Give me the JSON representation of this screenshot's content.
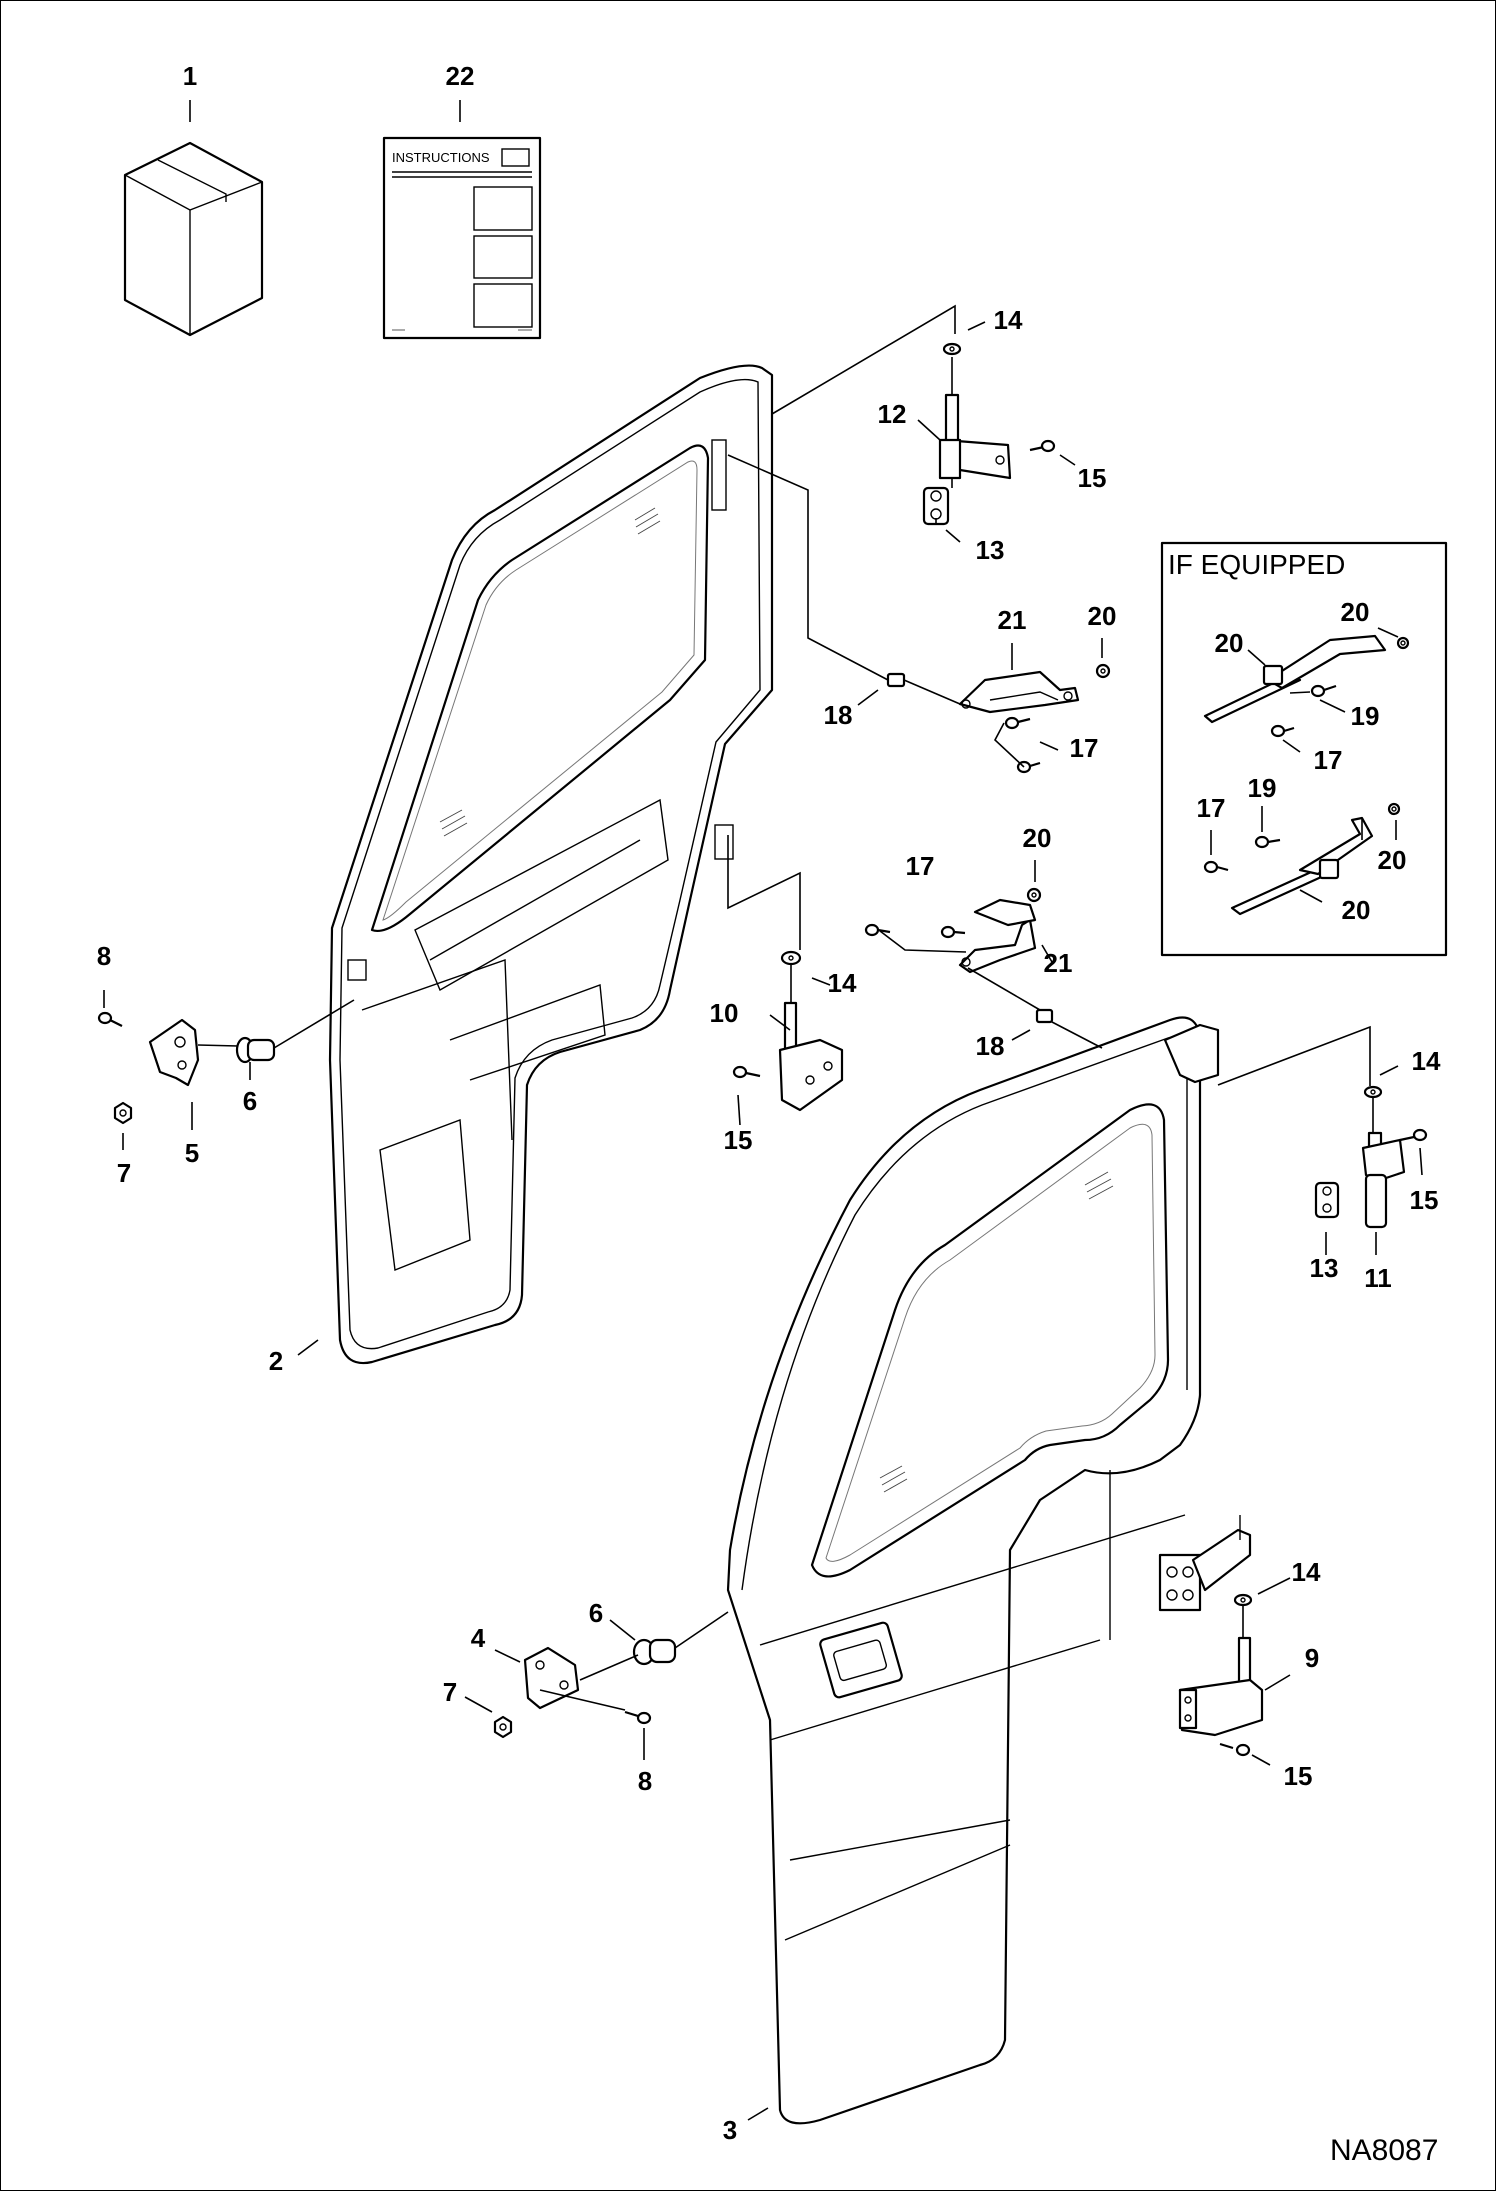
{
  "drawing_code": "NA8087",
  "instructions_label": "INSTRUCTIONS",
  "option_box_title": "IF EQUIPPED",
  "callouts": {
    "kit": "1",
    "door_inner": "2",
    "door_outer": "3",
    "striker_lower": "4",
    "striker_upper": "5",
    "bumper_upper": "6",
    "bumper_lower": "6",
    "nut_upper": "7",
    "nut_lower": "7",
    "bolt_upper": "8",
    "bolt_lower": "8",
    "hinge_lower_right": "9",
    "hinge_mid": "10",
    "hinge_right": "11",
    "hinge_top": "12",
    "plate_top": "13",
    "plate_right": "13",
    "washer_top": "14",
    "washer_mid": "14",
    "washer_right": "14",
    "washer_lower_right": "14",
    "screw_top": "15",
    "screw_mid": "15",
    "screw_right": "15",
    "screw_lower_right": "15",
    "screw_pair_a": "17",
    "screw_pair_b": "17",
    "opt_screw_a": "17",
    "opt_screw_b": "17",
    "clip_a": "18",
    "clip_b": "18",
    "opt_bolt_a": "19",
    "opt_bolt_b": "19",
    "nut_a": "20",
    "nut_b": "20",
    "opt_nut_a": "20",
    "opt_strap_a": "20",
    "opt_nut_b": "20",
    "opt_strap_b": "20",
    "handle_a": "21",
    "handle_b": "21",
    "manual": "22"
  }
}
